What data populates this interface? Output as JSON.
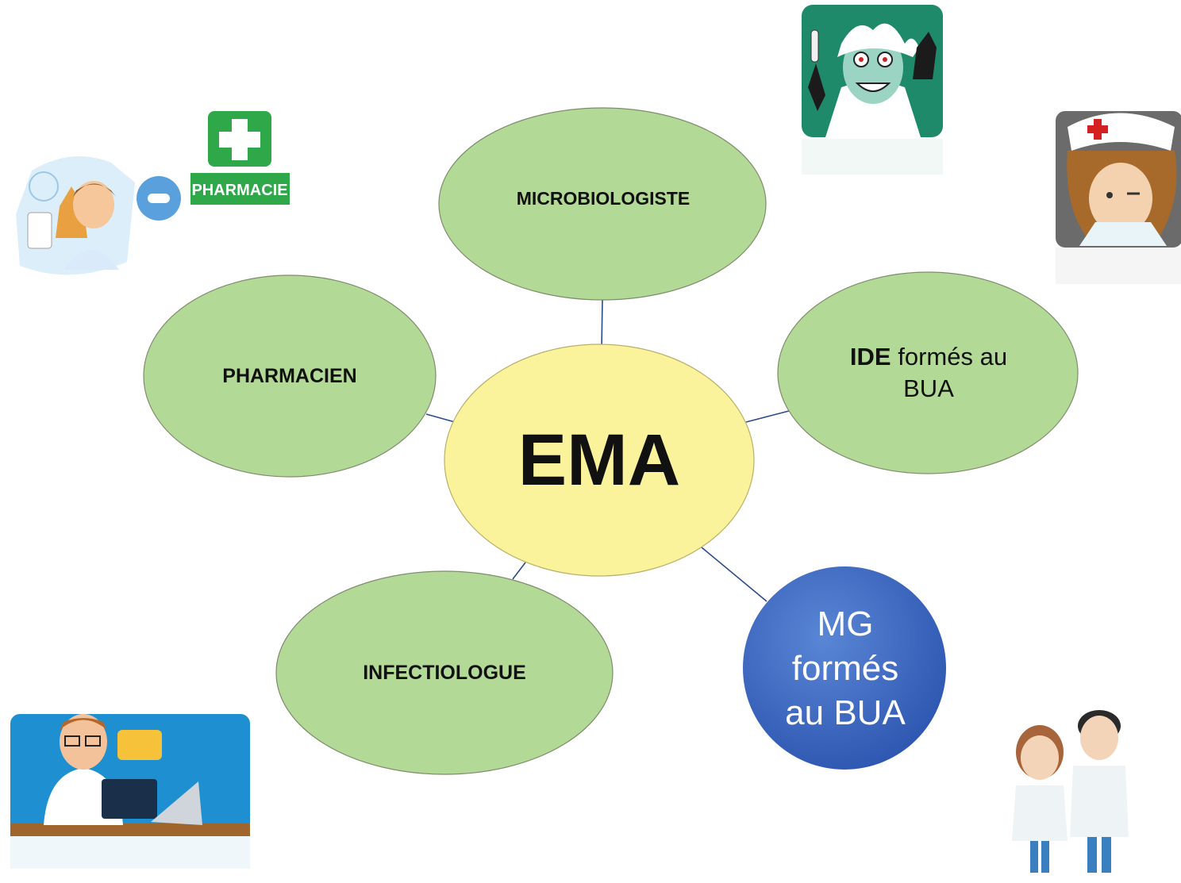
{
  "diagram": {
    "center": {
      "label": "EMA"
    },
    "nodes": {
      "microbiologiste": {
        "label": "MICROBIOLOGISTE"
      },
      "pharmacien": {
        "label": "PHARMACIEN"
      },
      "ide": {
        "label_bold": "IDE",
        "label_rest": " formés au",
        "label_line2": "BUA"
      },
      "infectiologue": {
        "label": "INFECTIOLOGUE"
      },
      "mg": {
        "line1": "MG",
        "line2": "formés",
        "line3": "au BUA"
      }
    },
    "pharmacie_sign": "PHARMACIE"
  },
  "colors": {
    "outer_fill": "#b3d996",
    "outer_stroke": "#7f8c6e",
    "center_fill": "#fbf39c",
    "mg_fill": "#3d68c2",
    "connector": "#2b4a8a"
  },
  "illustrations": [
    "scientist-icon",
    "pharmacist-icon",
    "nurse-icon",
    "doctor-laptop-icon",
    "doctors-pair-icon"
  ]
}
